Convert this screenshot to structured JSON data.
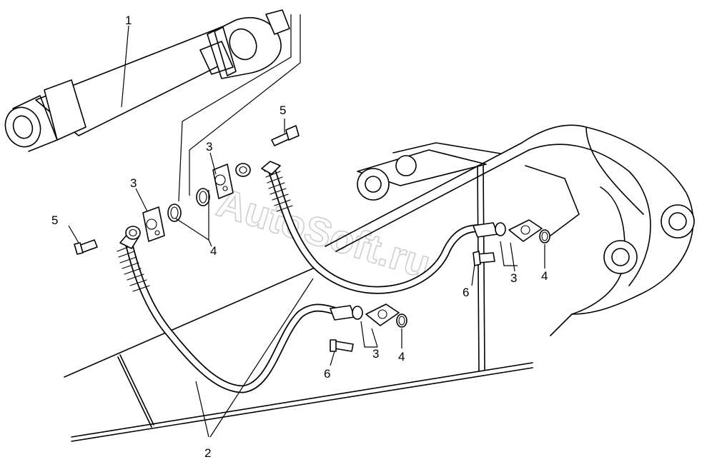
{
  "callouts": {
    "cylinder": "1",
    "hoses": "2",
    "flange_top": "3",
    "flange_left": "3",
    "flange_right_upper": "3",
    "flange_right_lower": "3",
    "oring_left": "4",
    "oring_right_upper": "4",
    "oring_right_lower": "4",
    "bolt_top": "5",
    "bolt_left": "5",
    "bolt_right_upper": "6",
    "bolt_right_lower": "6"
  },
  "watermark": "AutoSoft.ru"
}
